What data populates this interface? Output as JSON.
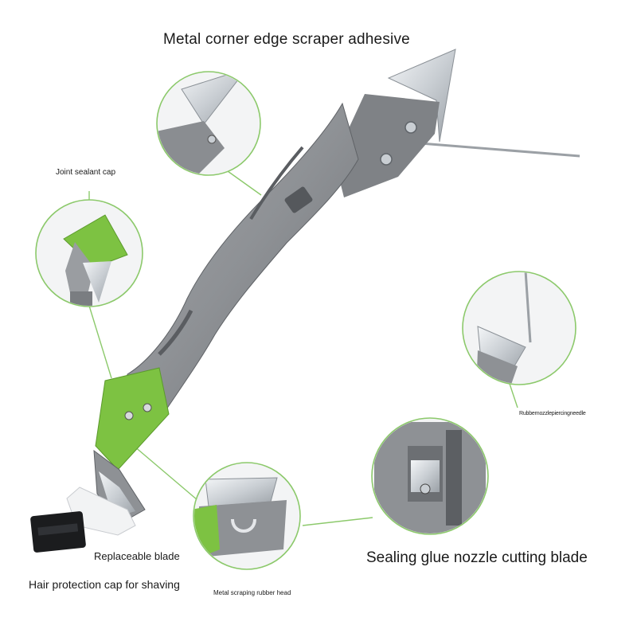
{
  "labels": {
    "top": "Metal corner edge scraper adhesive",
    "joint_cap": "Joint sealant cap",
    "needle": "Rubbernozzlepiercingneedle",
    "sealing_blade": "Sealing glue nozzle cutting blade",
    "replaceable_blade": "Replaceable blade",
    "hair_cap": "Hair protection cap for shaving",
    "metal_head": "Metal scraping rubber head"
  },
  "colors": {
    "background": "#ffffff",
    "tool_gray": "#8e9195",
    "tool_dark": "#6d7074",
    "accent_green": "#7dc242",
    "guide_line": "#8cc96b",
    "metal": "#d9dde1"
  }
}
